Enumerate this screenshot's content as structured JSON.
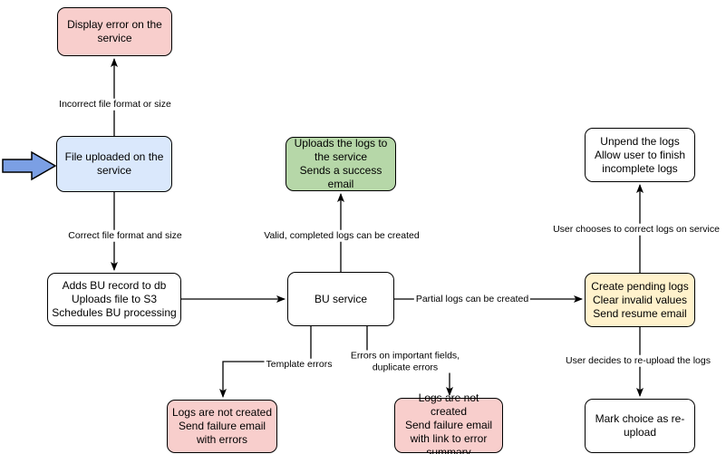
{
  "colors": {
    "pink": "#f8cecc",
    "blue": "#dae8fc",
    "green": "#b6d7a8",
    "yellow": "#fff2cc",
    "white": "#ffffff",
    "arrow_fill": "#7b9fe4",
    "stroke": "#000000"
  },
  "nodes": {
    "display_error": {
      "label": "Display error on the service"
    },
    "file_uploaded": {
      "label": "File uploaded on the service"
    },
    "adds_bu_record": {
      "label": "Adds BU record to db\nUploads file to S3\nSchedules BU processing"
    },
    "bu_service": {
      "label": "BU service"
    },
    "uploads_logs": {
      "label": "Uploads the logs to the service\nSends a success email"
    },
    "unpend_logs": {
      "label": "Unpend the logs\nAllow user to finish incomplete logs"
    },
    "create_pending_logs": {
      "label": "Create pending logs\nClear invalid values\nSend resume email"
    },
    "mark_reupload": {
      "label": "Mark choice as re-upload"
    },
    "logs_not_created_errors": {
      "label": "Logs are not created\nSend failure email with errors"
    },
    "logs_not_created_summary": {
      "label": "Logs are not created\nSend failure email with link to error summary"
    }
  },
  "edges": {
    "incorrect_format": {
      "label": "Incorrect file format or size"
    },
    "correct_format": {
      "label": "Correct file format and size"
    },
    "valid_logs": {
      "label": "Valid, completed logs can be created"
    },
    "partial_logs": {
      "label": "Partial logs can be created"
    },
    "template_errors": {
      "label": "Template errors"
    },
    "important_field_errors": {
      "label": "Errors on important fields, duplicate errors"
    },
    "correct_on_service": {
      "label": "User chooses to correct logs on service"
    },
    "reupload": {
      "label": "User decides to re-upload the logs"
    }
  }
}
